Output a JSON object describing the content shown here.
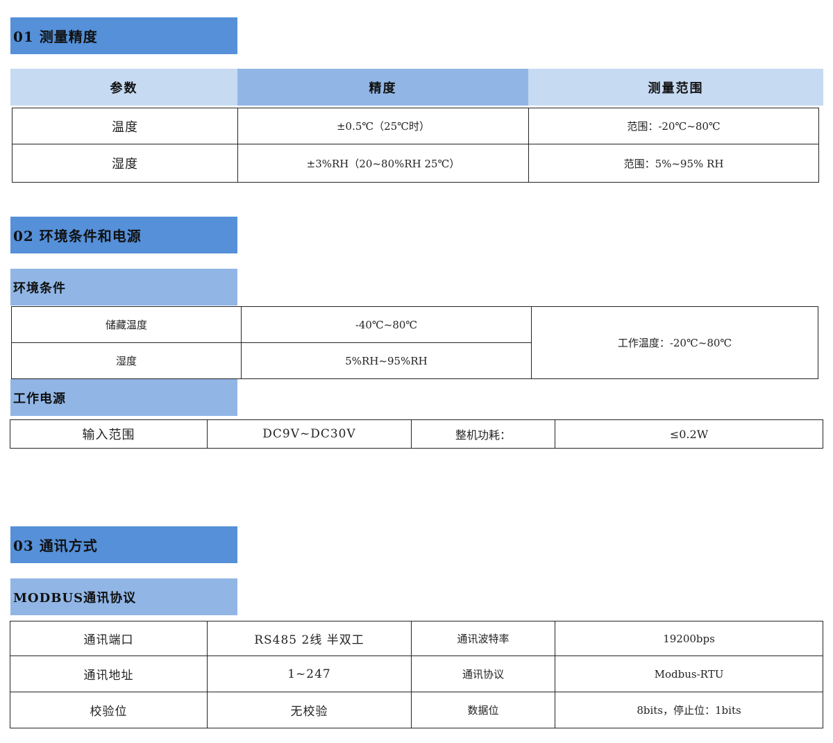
{
  "section1": {
    "title": "01 测量精度",
    "headers": [
      "参数",
      "精度",
      "测量范围"
    ],
    "rows": [
      [
        "温度",
        "±0.5℃（25℃时）",
        "范围：-20℃~80℃"
      ],
      [
        "湿度",
        "±3%RH（20~80%RH  25℃）",
        "范围：5%~95% RH"
      ]
    ]
  },
  "section2": {
    "title": "02 环境条件和电源",
    "env": {
      "title": "环境条件",
      "rows": [
        [
          "储藏温度",
          "-40℃~80℃"
        ],
        [
          "湿度",
          "5%RH~95%RH"
        ]
      ],
      "work_temp": "工作温度：-20℃~80℃"
    },
    "power": {
      "title": "工作电源",
      "cells": [
        "输入范围",
        "DC9V~DC30V",
        "整机功耗：",
        "≤0.2W"
      ]
    }
  },
  "section3": {
    "title": "03 通讯方式",
    "modbus": {
      "title": "MODBUS通讯协议",
      "rows": [
        [
          "通讯端口",
          "RS485 2线 半双工",
          "通讯波特率",
          "19200bps"
        ],
        [
          "通讯地址",
          "1~247",
          "通讯协议",
          "Modbus-RTU"
        ],
        [
          "校验位",
          "无校验",
          "数据位",
          "8bits，停止位：1bits"
        ]
      ]
    }
  }
}
